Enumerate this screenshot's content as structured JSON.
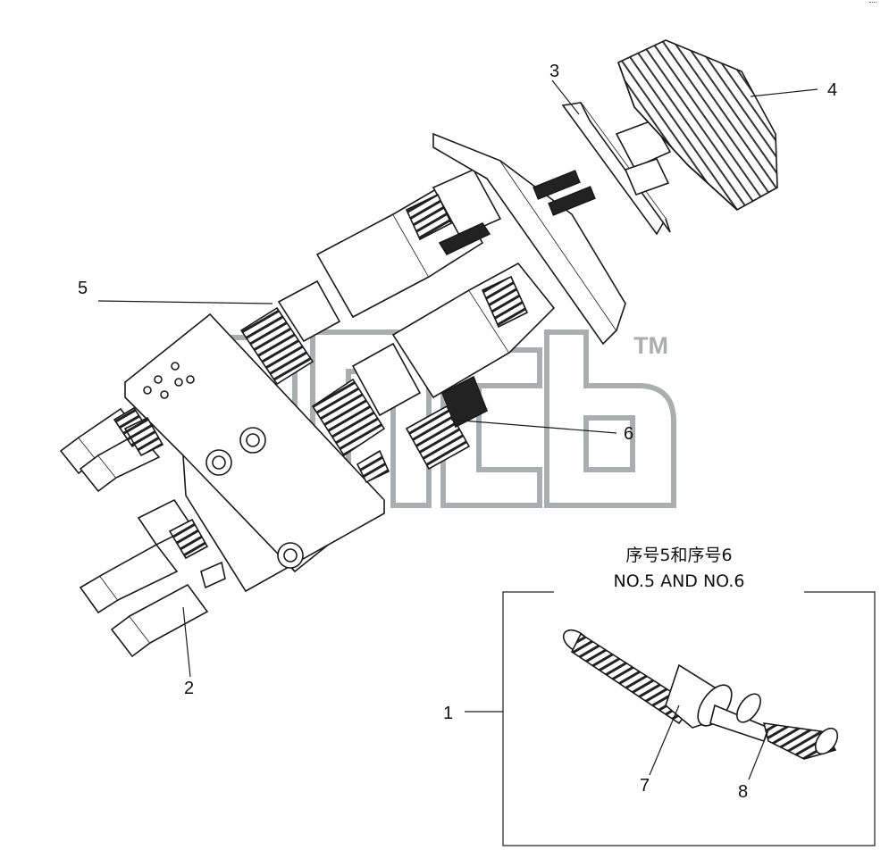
{
  "drawing": {
    "watermark_tm": "TM",
    "callouts": [
      "1",
      "2",
      "3",
      "4",
      "5",
      "6",
      "7",
      "8"
    ],
    "detail_box": {
      "title_cn": "序号5和序号6",
      "title_en": "NO.5 AND NO.6"
    },
    "colors": {
      "line": "#1a1a1a",
      "watermark": "#a9aeb1",
      "background": "#ffffff"
    }
  }
}
